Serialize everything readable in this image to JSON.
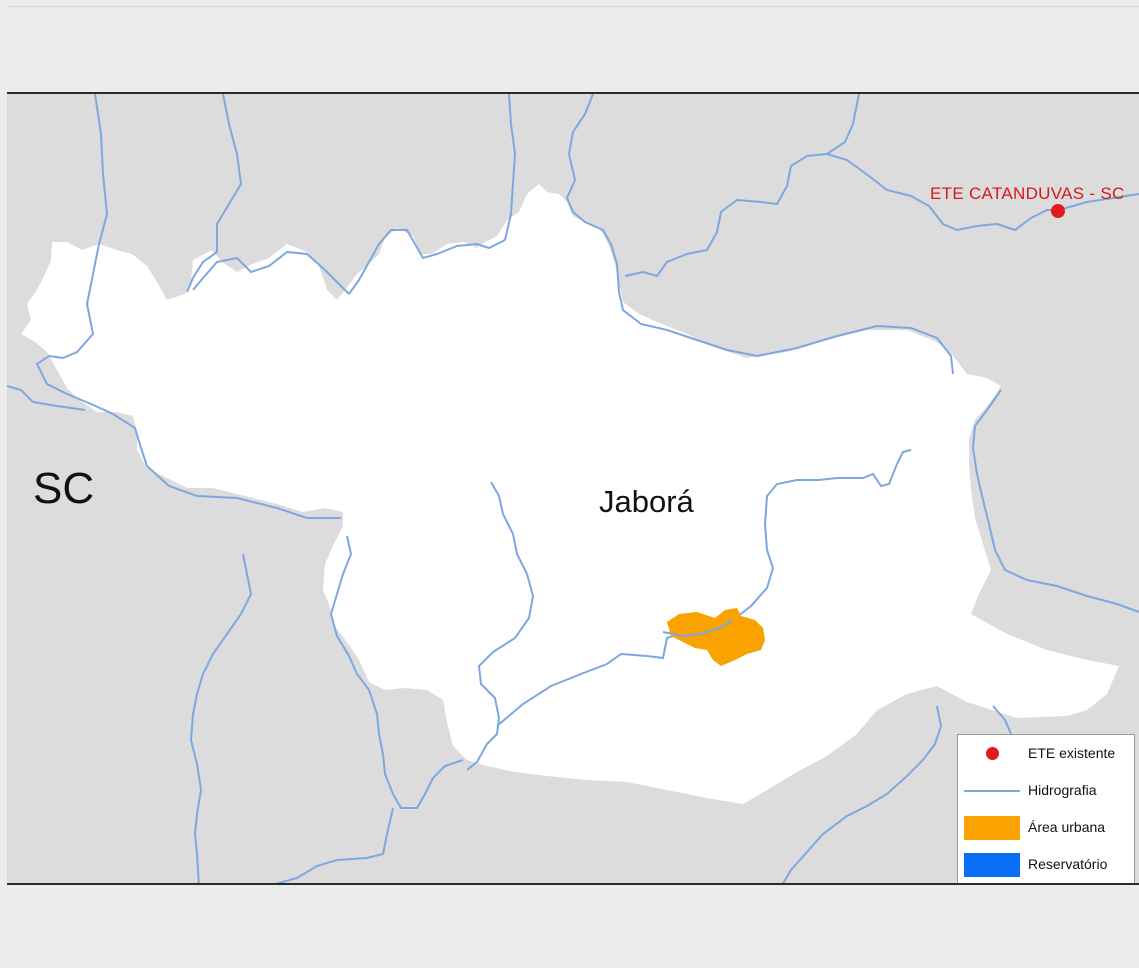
{
  "map": {
    "labels": {
      "state": "SC",
      "municipality": "Jaborá",
      "ete_point": "ETE CATANDUVAS - SC"
    },
    "colors": {
      "background": "#dcdcdc",
      "municipality_fill": "#ffffff",
      "river": "#7ea8dd",
      "urban_area": "#f9a200",
      "ete": "#e01b1b",
      "reservoir": "#0a6ef5"
    }
  },
  "legend": {
    "items": [
      {
        "label": "ETE existente",
        "symbol": "red-dot-icon",
        "color": "#e01b1b"
      },
      {
        "label": "Hidrografia",
        "symbol": "river-line-icon",
        "color": "#7ea8dd"
      },
      {
        "label": "Área urbana",
        "symbol": "urban-fill-icon",
        "color": "#f9a200"
      },
      {
        "label": "Reservatório",
        "symbol": "reservoir-fill-icon",
        "color": "#0a6ef5"
      }
    ]
  }
}
